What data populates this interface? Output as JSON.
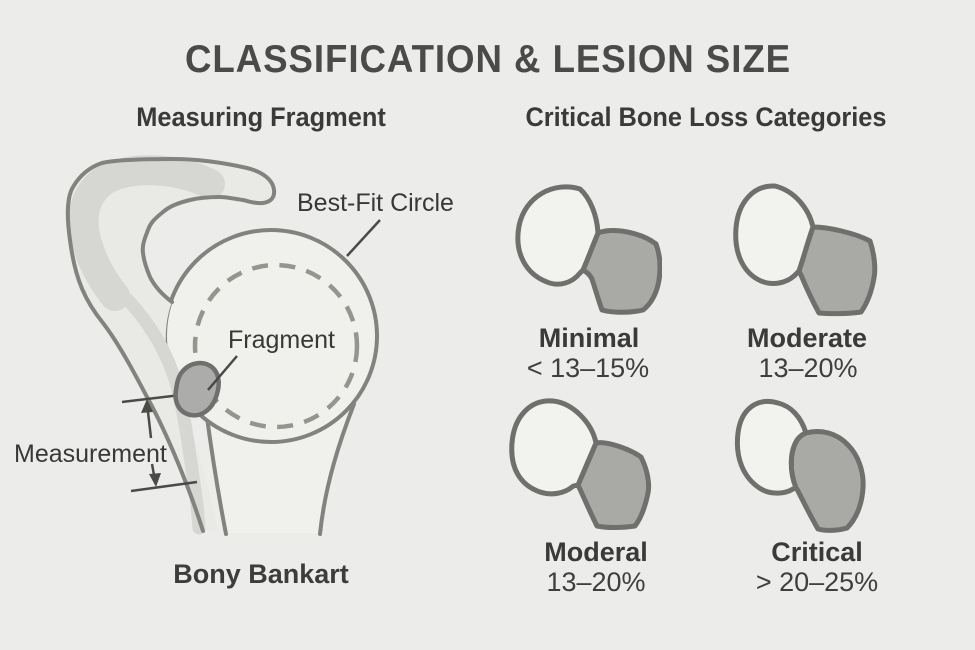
{
  "title": "CLASSIFICATION & LESION SIZE",
  "left_panel": {
    "heading": "Measuring Fragment",
    "caption": "Bony Bankart",
    "labels": {
      "best_fit_circle": "Best-Fit Circle",
      "fragment": "Fragment",
      "measurement": "Measurement"
    },
    "diagram_icon": "bony-bankart-shoulder-diagram"
  },
  "right_panel": {
    "heading": "Critical Bone Loss Categories",
    "categories": [
      {
        "name": "Minimal",
        "range": "< 13–15%",
        "icon": "glenoid-minimal-bone-loss-icon"
      },
      {
        "name": "Moderate",
        "range": "13–20%",
        "icon": "glenoid-moderate-bone-loss-icon"
      },
      {
        "name": "Moderal",
        "range": "13–20%",
        "icon": "glenoid-moderal-bone-loss-icon"
      },
      {
        "name": "Critical",
        "range": "> 20–25%",
        "icon": "glenoid-critical-bone-loss-icon"
      }
    ]
  },
  "colors": {
    "background": "#ECECEA",
    "title_text": "#4A4A48",
    "heading_text": "#3A3A38",
    "label_text": "#383836",
    "outline": "#7E7E7B",
    "light_fill": "#F0F0ED",
    "bone_shade": "#D6D6D3",
    "dark_fill": "#A9A9A6",
    "dashed_circle": "#95958F"
  }
}
